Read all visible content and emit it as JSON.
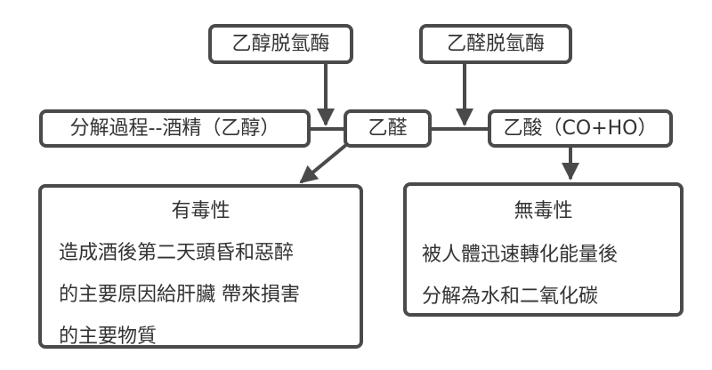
{
  "nodes": {
    "adh": "乙醇脱氫酶",
    "aldh": "乙醛脱氫酶",
    "process": "分解過程--酒精（乙醇）",
    "acetaldehyde": "乙醛",
    "acetic_acid": "乙酸（CO+HO）"
  },
  "toxic": {
    "title": "有毒性",
    "lines": [
      "造成酒後第二天頭昏和惡醉",
      "的主要原因給肝臟 帶來損害",
      "的主要物質"
    ]
  },
  "nontoxic": {
    "title": "無毒性",
    "lines": [
      "被人體迅速轉化能量後",
      "分解為水和二氧化碳"
    ]
  }
}
